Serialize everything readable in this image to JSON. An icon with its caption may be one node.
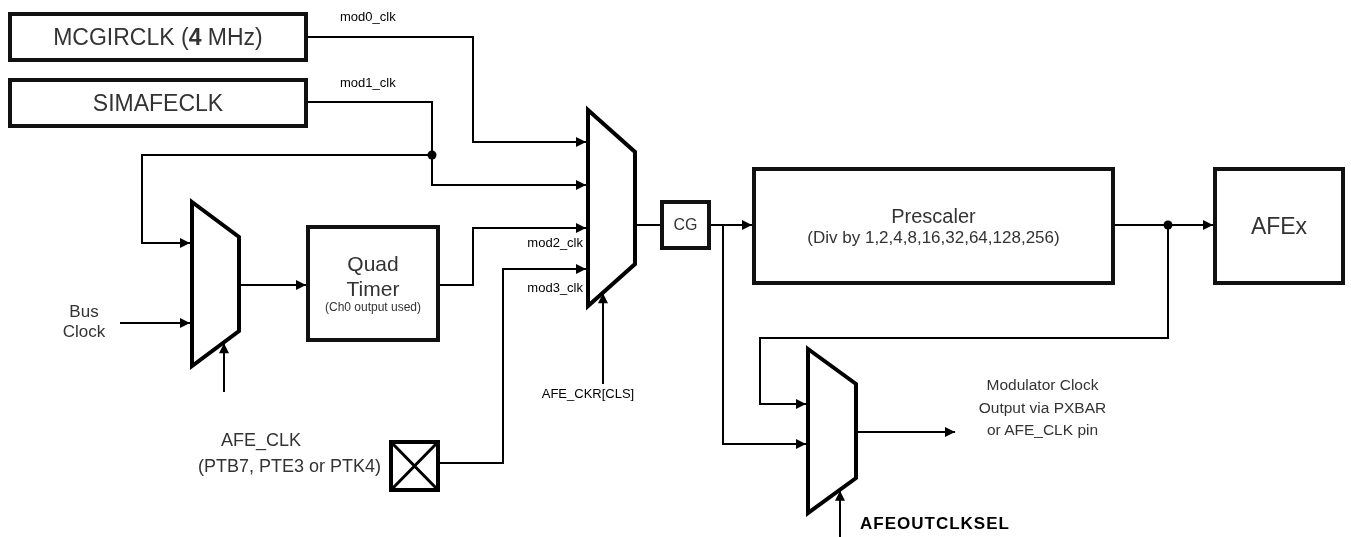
{
  "diagram": {
    "nodes": [
      {
        "text": [
          "MCGIRCLK (**4** MHz)"
        ]
      },
      {
        "text": [
          "SIMAFECLK"
        ]
      },
      {
        "text": [],
        "shape": "trapezoid"
      },
      {
        "text": [
          "Quad Timer",
          "(Ch0 output used)"
        ]
      },
      {
        "text": [],
        "shape": "trapezoid"
      },
      {
        "text": [],
        "shape": "box",
        "beside": [
          "AFE_CLK",
          "(PTB7, PTE3 or PTK4)"
        ]
      },
      {
        "text": [
          "CG"
        ]
      },
      {
        "text": [
          "Prescaler",
          "(Div by 1,2,4,8,16,32,64,128,256)"
        ]
      },
      {
        "text": [
          "AFEx"
        ]
      },
      {
        "text": [],
        "shape": "trapezoid"
      },
      {
        "text": [
          "Bus Clock"
        ]
      },
      {
        "text": [
          "Modulator Clock Output via PXBAR or AFE_CLK pin"
        ]
      },
      {
        "text": [
          "AFE_CKR[CLS]"
        ]
      }
    ],
    "edges": [
      {
        "from": 0,
        "to": 4,
        "arrow": "to",
        "label": "mod0_clk"
      },
      {
        "from": 1,
        "to": 4,
        "arrow": "to",
        "label": "mod1_clk"
      },
      {
        "from": 1,
        "to": 2,
        "arrow": "to"
      },
      {
        "from": 10,
        "to": 2,
        "arrow": "to"
      },
      {
        "from": null,
        "to": 2,
        "arrow": "to"
      },
      {
        "from": 2,
        "to": 3,
        "arrow": "to"
      },
      {
        "from": 3,
        "to": 4,
        "arrow": "to",
        "label": "mod2_clk"
      },
      {
        "from": 5,
        "to": 4,
        "arrow": "to",
        "label": "mod3_clk"
      },
      {
        "from": 12,
        "to": 4,
        "arrow": "to"
      },
      {
        "from": 4,
        "to": 6,
        "arrow": "none"
      },
      {
        "from": 6,
        "to": 7,
        "arrow": "to"
      },
      {
        "from": 7,
        "to": 8,
        "arrow": "to"
      },
      {
        "from": 7,
        "to": 9,
        "arrow": "to"
      },
      {
        "from": 6,
        "to": 9,
        "arrow": "to"
      },
      {
        "from": 9,
        "to": 11,
        "arrow": "to"
      },
      {
        "from": null,
        "to": 9,
        "arrow": "to"
      }
    ],
    "labels": [
      "AFEOUTCLKSEL"
    ]
  }
}
